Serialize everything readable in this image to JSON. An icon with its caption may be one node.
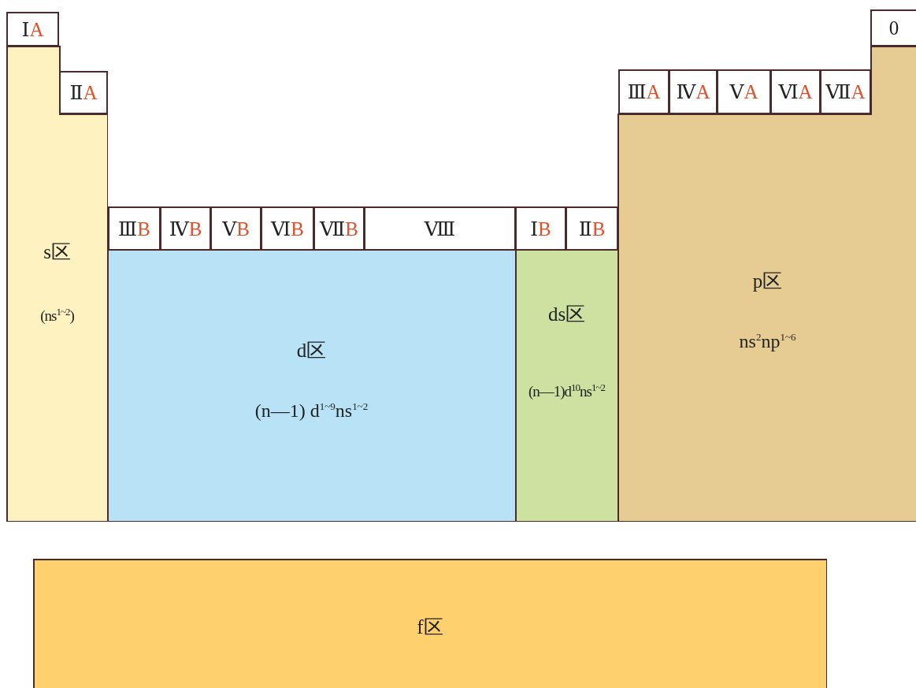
{
  "diagram": {
    "nodes": [
      {
        "text": [
          "ⅠA"
        ]
      },
      {
        "text": [
          "0"
        ]
      },
      {
        "text": [
          "ⅡA"
        ]
      },
      {
        "text": [
          "ⅢA"
        ]
      },
      {
        "text": [
          "ⅣA"
        ]
      },
      {
        "text": [
          "ⅤA"
        ]
      },
      {
        "text": [
          "ⅥA"
        ]
      },
      {
        "text": [
          "ⅦA"
        ]
      },
      {
        "text": [
          "ⅢB"
        ]
      },
      {
        "text": [
          "ⅣB"
        ]
      },
      {
        "text": [
          "ⅤB"
        ]
      },
      {
        "text": [
          "ⅥB"
        ]
      },
      {
        "text": [
          "ⅦB"
        ]
      },
      {
        "text": [
          "Ⅷ"
        ]
      },
      {
        "text": [
          "ⅠB"
        ]
      },
      {
        "text": [
          "ⅡB"
        ]
      },
      {
        "text": [
          "s区",
          "(ns$^{1~2}$)"
        ]
      },
      {
        "text": [
          "d区",
          "(n—1) d$^{1~9}$ns$^{1~2}$"
        ]
      },
      {
        "text": [
          "ds区",
          "(n—1)d$^{10}$ns$^{1~2}$"
        ]
      },
      {
        "text": [
          "p区",
          "ns$^{2}$np$^{1~6}$"
        ]
      },
      {
        "text": [
          "f区"
        ]
      }
    ],
    "edges": []
  }
}
